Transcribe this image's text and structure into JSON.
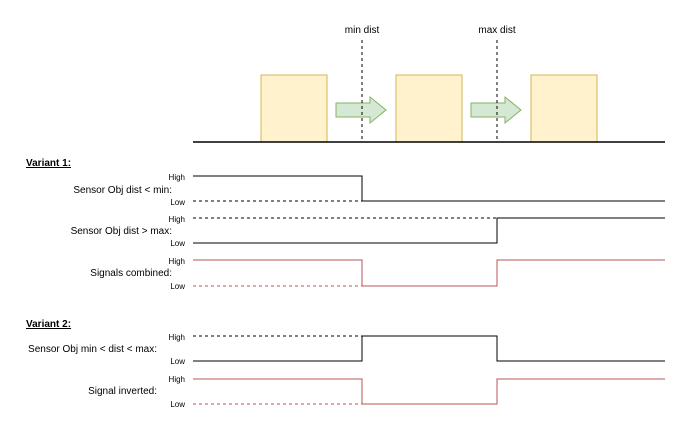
{
  "markers": {
    "min_dist": "min dist",
    "max_dist": "max dist"
  },
  "variant1": {
    "title": "Variant 1:",
    "sensor_min_label": "Sensor Obj dist < min:",
    "sensor_max_label": "Sensor Obj dist > max:",
    "combined_label": "Signals combined:"
  },
  "variant2": {
    "title": "Variant 2:",
    "sensor_range_label": "Sensor Obj min < dist < max:",
    "inverted_label": "Signal inverted:"
  },
  "levels": {
    "high": "High",
    "low": "Low"
  },
  "colors": {
    "box_fill": "#fff2cc",
    "box_stroke": "#d6b656",
    "arrow_fill": "#d5e8d4",
    "arrow_stroke": "#82b366",
    "signal": "#000000",
    "signal_red": "#b85450"
  }
}
